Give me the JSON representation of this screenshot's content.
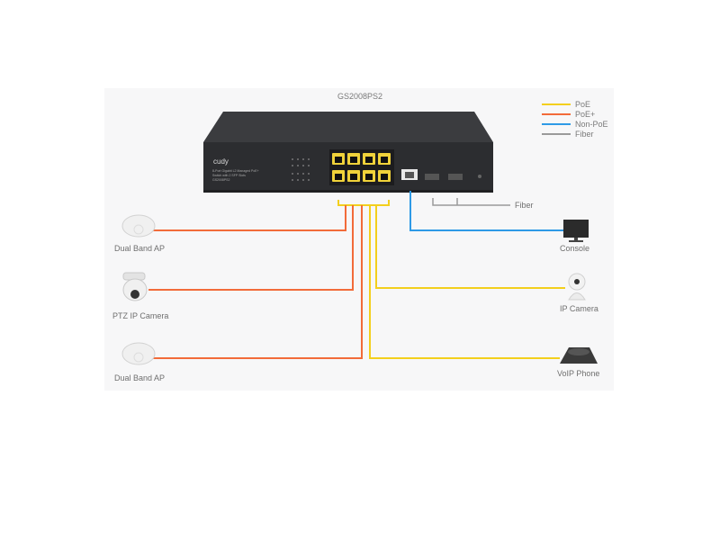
{
  "title": "GS2008PS2",
  "brand": "cudy",
  "switch_desc": [
    "8-Port Gigabit L2 Managed PoE+",
    "Switch with 2 SFP Slots",
    "GS2008PS2"
  ],
  "legend": [
    {
      "label": "PoE",
      "color": "#f3cf1d"
    },
    {
      "label": "PoE+",
      "color": "#f26b3a"
    },
    {
      "label": "Non-PoE",
      "color": "#2e9ae6"
    },
    {
      "label": "Fiber",
      "color": "#9a9a9a"
    }
  ],
  "devices": {
    "ap_top": "Dual Band AP",
    "ptz": "PTZ IP Camera",
    "ap_bottom": "Dual Band AP",
    "console": "Console",
    "ipcam": "IP Camera",
    "voip": "VoIP Phone",
    "fiber": "Fiber"
  }
}
